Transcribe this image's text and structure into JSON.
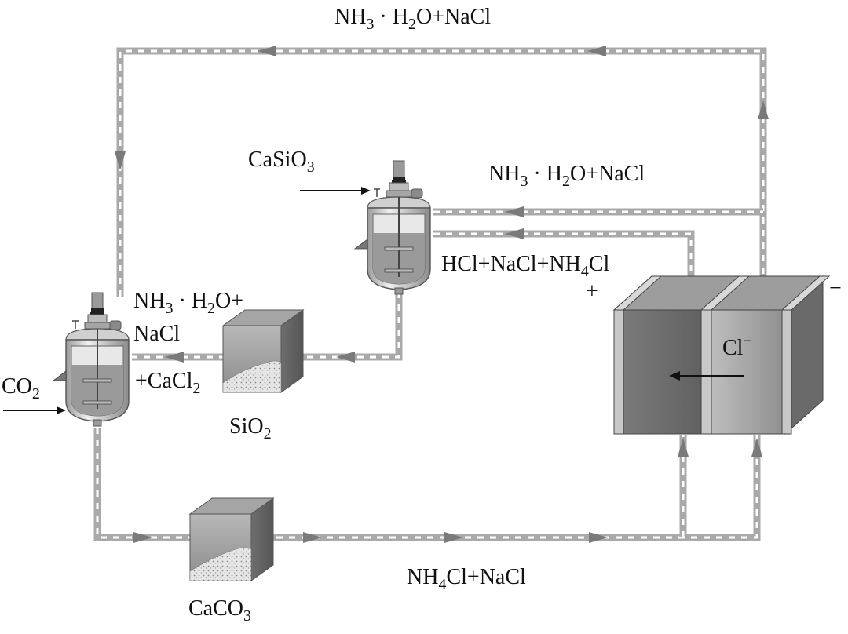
{
  "labels": {
    "top_flow": {
      "main": "NH",
      "s1": "3",
      "mid": " · H",
      "s2": "2",
      "tail": "O+NaCl"
    },
    "casio3": {
      "main": "CaSiO",
      "s1": "3"
    },
    "right_flow": {
      "main": "NH",
      "s1": "3",
      "mid": " · H",
      "s2": "2",
      "tail": "O+NaCl"
    },
    "hcl_flow": {
      "main": "HCl+NaCl+NH",
      "s1": "4",
      "tail": "Cl"
    },
    "left_flow_1": {
      "main": "NH",
      "s1": "3",
      "mid": " · H",
      "s2": "2",
      "tail": "O+"
    },
    "left_flow_2": "NaCl",
    "left_flow_3": {
      "main": "+CaCl",
      "s1": "2"
    },
    "co2": {
      "main": "CO",
      "s1": "2"
    },
    "sio2": {
      "main": "SiO",
      "s1": "2"
    },
    "caco3": {
      "main": "CaCO",
      "s1": "3"
    },
    "bottom_flow": {
      "main": "NH",
      "s1": "4",
      "tail": "Cl+NaCl"
    },
    "chloride": {
      "main": "Cl",
      "sup": "−"
    },
    "anode": "+",
    "cathode": "−"
  },
  "colors": {
    "pipe": "#a9a9a9",
    "pipe_dash": "#ffffff",
    "arrow": "#7a7a7a",
    "cell_dark": "#6f6f6f",
    "cell_light": "#a0a0a0",
    "membrane": "#c8c8c8"
  }
}
